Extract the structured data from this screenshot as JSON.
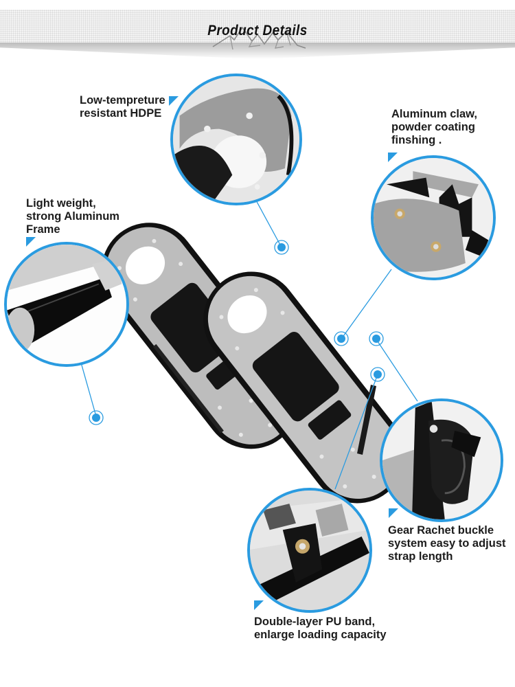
{
  "banner": {
    "title": "Product Details"
  },
  "accent_color": "#2a9be0",
  "callouts": [
    {
      "id": "hdpe",
      "label_lines": [
        "Low-tempreture",
        "resistant HDPE"
      ]
    },
    {
      "id": "claw",
      "label_lines": [
        "Aluminum claw,",
        "powder coating",
        "finshing ."
      ]
    },
    {
      "id": "frame",
      "label_lines": [
        "Light weight,",
        "strong Aluminum",
        "Frame"
      ]
    },
    {
      "id": "buckle",
      "label_lines": [
        "Gear Rachet buckle",
        "system easy to adjust",
        "strap length"
      ]
    },
    {
      "id": "pu-band",
      "label_lines": [
        "Double-layer PU band,",
        "enlarge loading capacity"
      ]
    }
  ]
}
